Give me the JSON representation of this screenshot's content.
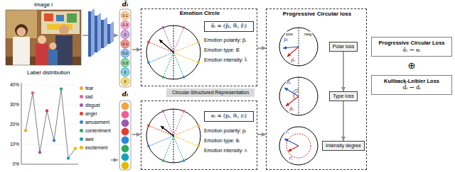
{
  "diagram": {
    "nodes": [
      {
        "text": [
          "Image i"
        ]
      },
      {
        "text": [
          "d̂ᵢ",
          "0.1",
          "0.3",
          "0",
          "0.1",
          "0.2",
          "0.3",
          "0",
          "0"
        ]
      },
      {
        "text": [
          "Emotion Circle",
          "Emotion polarity: p̂ᵢ",
          "Emotion type: θ̂ᵢ",
          "Emotion intensity: r̂ᵢ"
        ]
      },
      {
        "text": [
          "êᵢ = (p̂ᵢ, θ̂ᵢ, r̂ᵢ)"
        ],
        "in": 2
      },
      {
        "text": [
          "Label distribution"
        ]
      },
      {
        "text": [
          "dᵢ"
        ]
      },
      {
        "text": [
          "Circular-Structured Representation"
        ]
      },
      {
        "text": [
          "Emotion polarity: pᵢ",
          "Emotion type: θᵢ",
          "Emotion intensity: rᵢ"
        ]
      },
      {
        "text": [
          "eᵢ = (pᵢ, θᵢ, rᵢ)"
        ],
        "in": 7
      },
      {
        "text": [
          "Progressive Circular loss"
        ]
      },
      {
        "text": [
          "Polar loss"
        ],
        "in": 9
      },
      {
        "text": [
          "Type loss"
        ],
        "in": 9
      },
      {
        "text": [
          "Intensity degree"
        ],
        "in": 9
      },
      {
        "text": [
          "Progressive Circular Loss",
          "êᵢ → eᵢ"
        ]
      },
      {
        "text": [
          "Kullback-Leibler Loss",
          "d̂ᵢ → dᵢ"
        ]
      }
    ],
    "edges": [
      {
        "from": 0,
        "to": 1,
        "arrow": "to"
      },
      {
        "from": 1,
        "to": 2,
        "arrow": "to"
      },
      {
        "from": 4,
        "to": 5,
        "arrow": "to"
      },
      {
        "from": 5,
        "to": 7,
        "arrow": "to"
      },
      {
        "from": 2,
        "to": 9,
        "arrow": "to"
      },
      {
        "from": 7,
        "to": 9,
        "arrow": "to"
      },
      {
        "from": 10,
        "to": 11,
        "arrow": "to"
      },
      {
        "from": 11,
        "to": 12,
        "arrow": "to"
      }
    ],
    "labels": [
      "40%",
      "30%",
      "20%",
      "10%",
      "0%",
      "pos",
      "neg",
      "p̂ᵢ",
      "pᵢ",
      "θ̂ᵢ",
      "θᵢ",
      "r̂ᵢ",
      "rᵢ",
      "⊕"
    ],
    "legend": [
      {
        "text": "fear",
        "color": "#f4a23c"
      },
      {
        "text": "sad",
        "color": "#e85d9a"
      },
      {
        "text": "disgust",
        "color": "#9b59b6"
      },
      {
        "text": "anger",
        "color": "#e03c31"
      },
      {
        "text": "amusement",
        "color": "#2e86de"
      },
      {
        "text": "contentment",
        "color": "#27ae60"
      },
      {
        "text": "awe",
        "color": "#17a2b8"
      },
      {
        "text": "excitement",
        "color": "#e6b800"
      }
    ]
  }
}
